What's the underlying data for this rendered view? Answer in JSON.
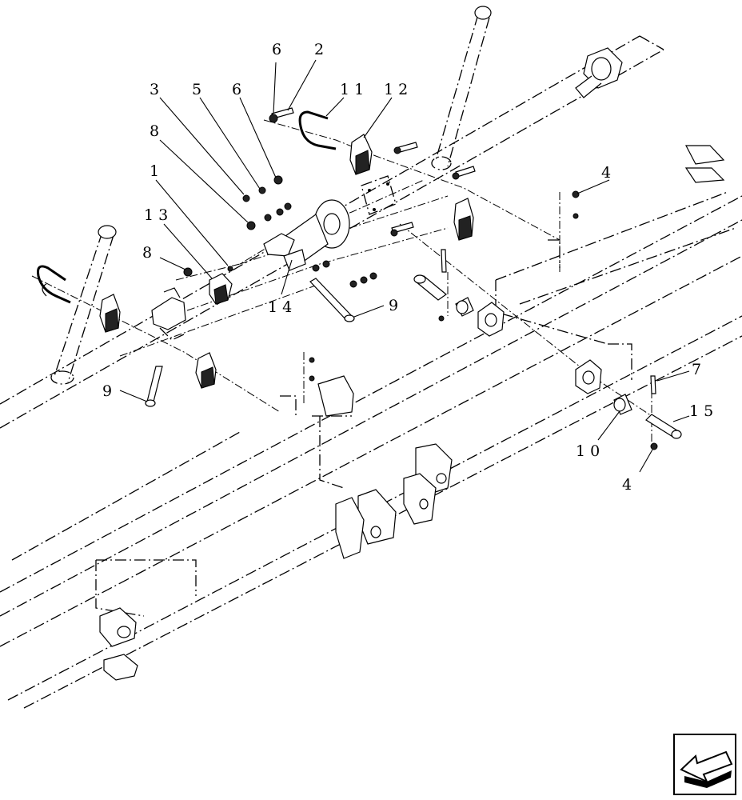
{
  "diagram": {
    "callouts": [
      {
        "id": "c6a",
        "text": "6"
      },
      {
        "id": "c2",
        "text": "2"
      },
      {
        "id": "c11",
        "text": "11"
      },
      {
        "id": "c12",
        "text": "12"
      },
      {
        "id": "c3",
        "text": "3"
      },
      {
        "id": "c5",
        "text": "5"
      },
      {
        "id": "c6b",
        "text": "6"
      },
      {
        "id": "c8a",
        "text": "8"
      },
      {
        "id": "c1",
        "text": "1"
      },
      {
        "id": "c13",
        "text": "13"
      },
      {
        "id": "c8b",
        "text": "8"
      },
      {
        "id": "c14",
        "text": "14"
      },
      {
        "id": "c9a",
        "text": "9"
      },
      {
        "id": "c9b",
        "text": "9"
      },
      {
        "id": "c4a",
        "text": "4"
      },
      {
        "id": "c7",
        "text": "7"
      },
      {
        "id": "c15",
        "text": "15"
      },
      {
        "id": "c10",
        "text": "10"
      },
      {
        "id": "c4b",
        "text": "4"
      }
    ]
  },
  "nav": {
    "icon": "back-arrow-icon"
  }
}
